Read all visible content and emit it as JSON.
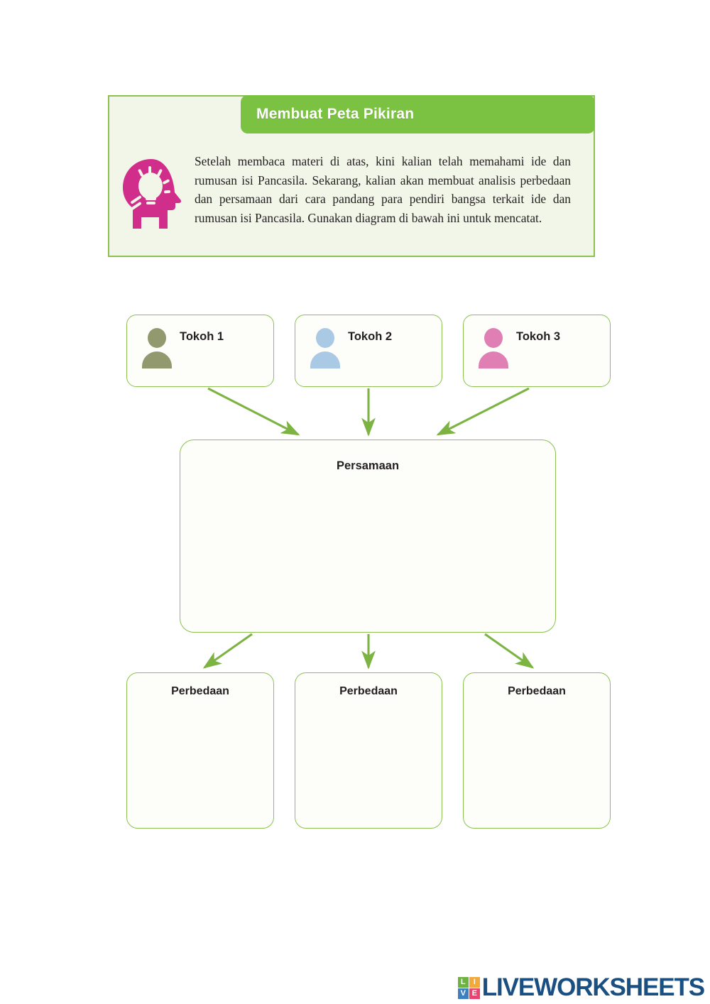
{
  "page": {
    "background_color": "#ffffff",
    "accent_green": "#8cc152",
    "header_green": "#7cc242",
    "panel_background": "#f2f6e8",
    "node_background": "#fdfdfa"
  },
  "instruction": {
    "title": "Membuat Peta Pikiran",
    "icon": "head-lightbulb-icon",
    "icon_color": "#d12d8a",
    "text": "Setelah membaca materi di atas, kini kalian telah memahami ide dan rumusan isi Pancasila. Sekarang, kalian akan membuat analisis perbedaan dan persamaan dari cara pandang para pendiri bangsa terkait ide dan rumusan isi Pancasila. Gunakan diagram di bawah ini untuk mencatat."
  },
  "diagram": {
    "tokoh": [
      {
        "label": "Tokoh 1",
        "avatar_icon": "person-icon",
        "avatar_color": "#93996e"
      },
      {
        "label": "Tokoh 2",
        "avatar_icon": "person-icon",
        "avatar_color": "#a9c9e4"
      },
      {
        "label": "Tokoh 3",
        "avatar_icon": "person-icon",
        "avatar_color": "#e07fb4"
      }
    ],
    "persamaan": {
      "label": "Persamaan",
      "value": ""
    },
    "perbedaan": [
      {
        "label": "Perbedaan",
        "value": ""
      },
      {
        "label": "Perbedaan",
        "value": ""
      },
      {
        "label": "Perbedaan",
        "value": ""
      }
    ],
    "arrow_color": "#7cb342"
  },
  "footer": {
    "wordmark": "LIVEWORKSHEETS",
    "wordmark_color": "#1a4f82",
    "mark_letters": [
      {
        "letter": "L",
        "color": "#6cb33f"
      },
      {
        "letter": "I",
        "color": "#f2a93b"
      },
      {
        "letter": "V",
        "color": "#3d7fc1"
      },
      {
        "letter": "E",
        "color": "#e8446f"
      }
    ]
  }
}
